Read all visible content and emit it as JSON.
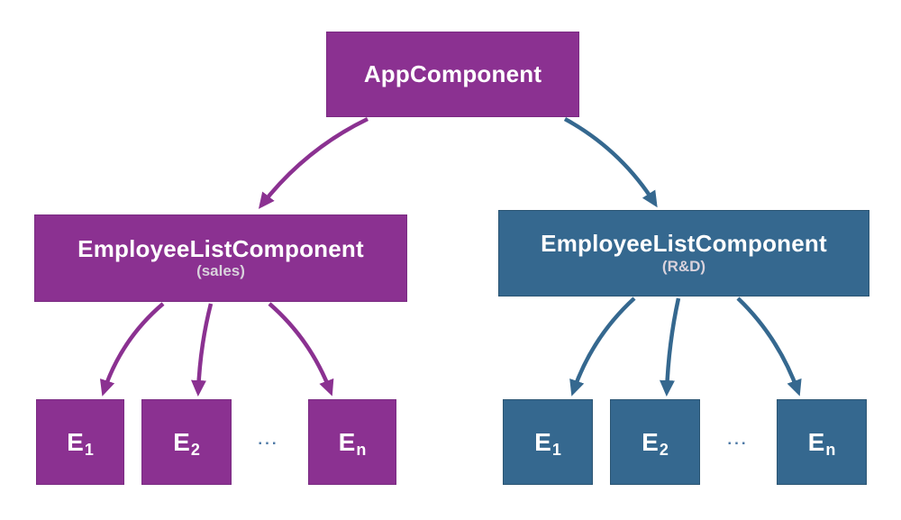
{
  "tree": {
    "root": {
      "label": "AppComponent"
    },
    "branches": [
      {
        "id": "sales",
        "parent": {
          "title": "EmployeeListComponent",
          "subtitle": "(sales)"
        },
        "children": [
          {
            "base": "E",
            "sub": "1"
          },
          {
            "base": "E",
            "sub": "2"
          },
          {
            "base": "E",
            "sub": "n"
          }
        ],
        "ellipsis": "...",
        "color": "#8B3191"
      },
      {
        "id": "rnd",
        "parent": {
          "title": "EmployeeListComponent",
          "subtitle": "(R&D)"
        },
        "children": [
          {
            "base": "E",
            "sub": "1"
          },
          {
            "base": "E",
            "sub": "2"
          },
          {
            "base": "E",
            "sub": "n"
          }
        ],
        "ellipsis": "...",
        "color": "#35688F"
      }
    ]
  },
  "colors": {
    "purple": "#8B3191",
    "purple_border": "#7A2B82",
    "blue": "#35688F",
    "blue_border": "#2B5573",
    "title_text": "#FFFFFF",
    "subtitle_text": "#D9D2DC",
    "ellipsis": "#4D79A6",
    "background": "#FFFFFF"
  }
}
